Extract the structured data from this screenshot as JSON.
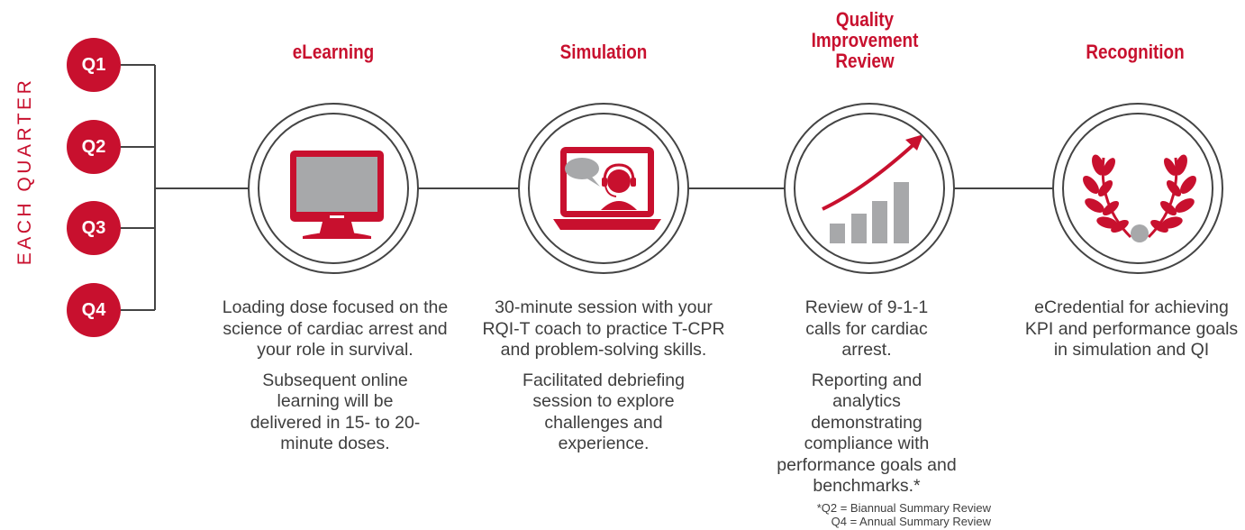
{
  "side_label": "EACH QUARTER",
  "quarters": [
    "Q1",
    "Q2",
    "Q3",
    "Q4"
  ],
  "stages": [
    {
      "title": "eLearning",
      "icon": "monitor-icon",
      "paragraphs": [
        "Loading dose focused on the science of cardiac arrest and your role in survival.",
        "Subsequent online learning will be delivered in 15- to 20-minute doses."
      ]
    },
    {
      "title": "Simulation",
      "icon": "laptop-coach-icon",
      "paragraphs": [
        "30-minute session with your RQI-T coach to practice T-CPR and problem-solving skills.",
        "Facilitated debriefing session to explore challenges and experience."
      ]
    },
    {
      "title": "Quality Improvement Review",
      "icon": "growth-chart-icon",
      "paragraphs": [
        "Review of 9-1-1 calls for cardiac arrest.",
        "Reporting and analytics demonstrating compliance with performance goals and benchmarks.*"
      ]
    },
    {
      "title": "Recognition",
      "icon": "laurel-wreath-icon",
      "paragraphs": [
        "eCredential for achieving KPI and performance goals in simulation and QI"
      ]
    }
  ],
  "footnote": [
    "*Q2 = Biannual Summary Review",
    "Q4 = Annual Summary Review"
  ],
  "colors": {
    "accent": "#c8102e",
    "gray": "#a7a8aa",
    "line": "#444444"
  }
}
